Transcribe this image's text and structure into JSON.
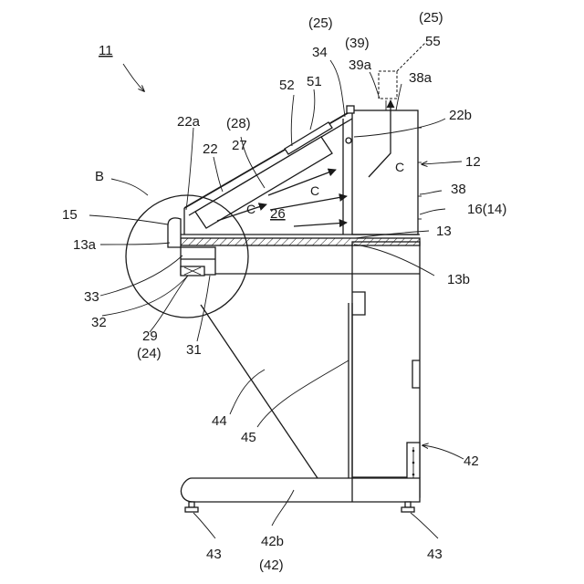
{
  "labels": {
    "l11": "11",
    "l25_top": "(25)",
    "l55": "55",
    "l25b": "(25)",
    "l34": "34",
    "l39p": "(39)",
    "l39a": "39a",
    "l38a": "38a",
    "l52": "52",
    "l51": "51",
    "l22b": "22b",
    "l22a": "22a",
    "l28p": "(28)",
    "l27": "27",
    "l22": "22",
    "lC_top": "C",
    "l12": "12",
    "lB": "B",
    "lC_mid": "C",
    "l38": "38",
    "l16": "16(14)",
    "l15": "15",
    "lC_left": "C",
    "l26": "26",
    "l13a": "13a",
    "l13": "13",
    "l13b": "13b",
    "l33": "33",
    "l32": "32",
    "l29": "29",
    "l24p": "(24)",
    "l31": "31",
    "l44": "44",
    "l45": "45",
    "l42": "42",
    "l43_left": "43",
    "l42b": "42b",
    "l42p": "(42)",
    "l43_right": "43"
  }
}
